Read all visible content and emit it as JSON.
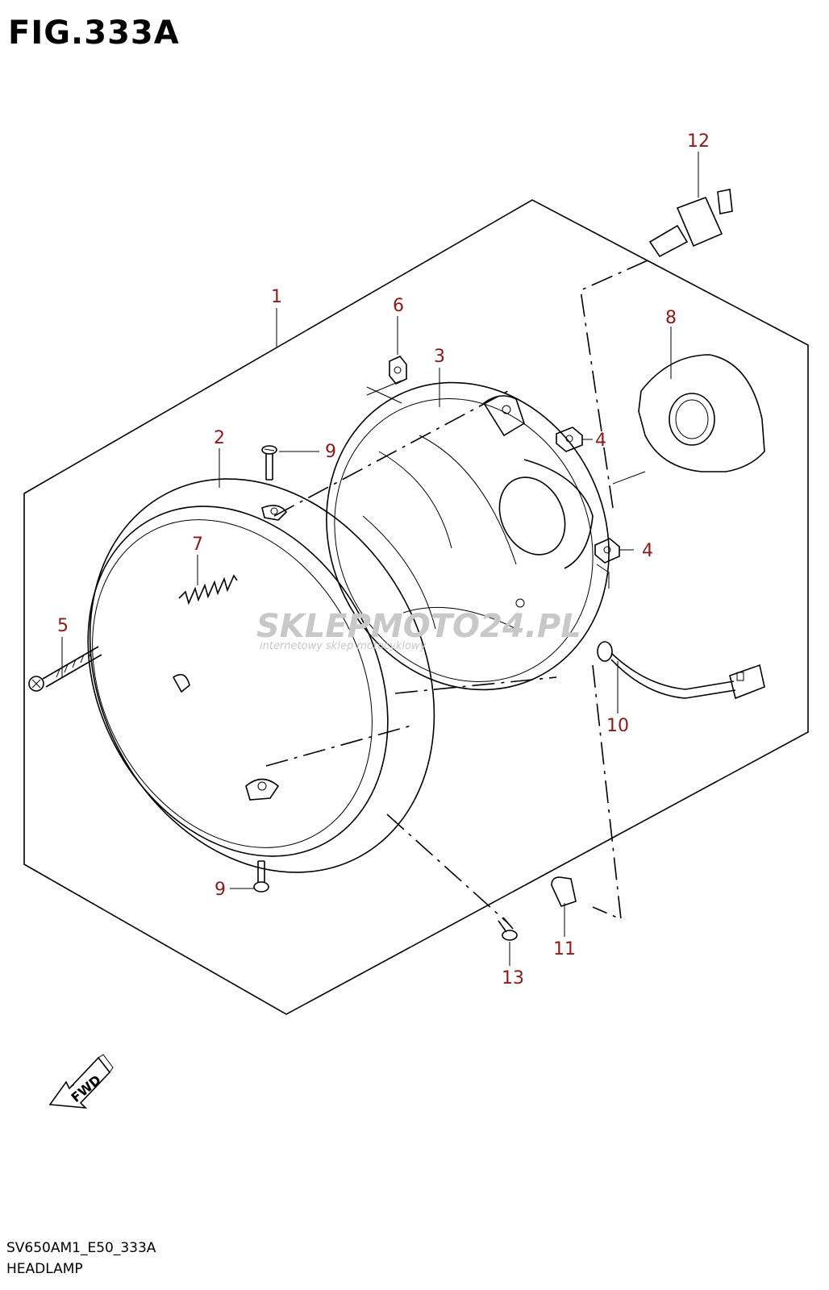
{
  "figure": {
    "title": "FIG.333A",
    "code": "SV650AM1_E50_333A",
    "name": "HEADLAMP"
  },
  "watermark": {
    "brand": "SKLEPMOTO24.PL",
    "tagline": "internetowy sklep motocyklowy"
  },
  "fwd_label": "FWD",
  "callouts": [
    {
      "num": "1",
      "part": "headlamp-assembly"
    },
    {
      "num": "2",
      "part": "rim"
    },
    {
      "num": "3",
      "part": "headlamp-unit"
    },
    {
      "num": "4",
      "part": "nut"
    },
    {
      "num": "4",
      "part": "nut"
    },
    {
      "num": "5",
      "part": "screw"
    },
    {
      "num": "6",
      "part": "nut"
    },
    {
      "num": "7",
      "part": "spring"
    },
    {
      "num": "8",
      "part": "socket-cover"
    },
    {
      "num": "9",
      "part": "screw"
    },
    {
      "num": "9",
      "part": "screw"
    },
    {
      "num": "10",
      "part": "socket-harness"
    },
    {
      "num": "11",
      "part": "position-bulb"
    },
    {
      "num": "12",
      "part": "headlamp-bulb"
    },
    {
      "num": "13",
      "part": "screw"
    }
  ],
  "colors": {
    "callout": "#8b1a1a",
    "line": "#000000",
    "watermark": "#c8c8c8"
  }
}
